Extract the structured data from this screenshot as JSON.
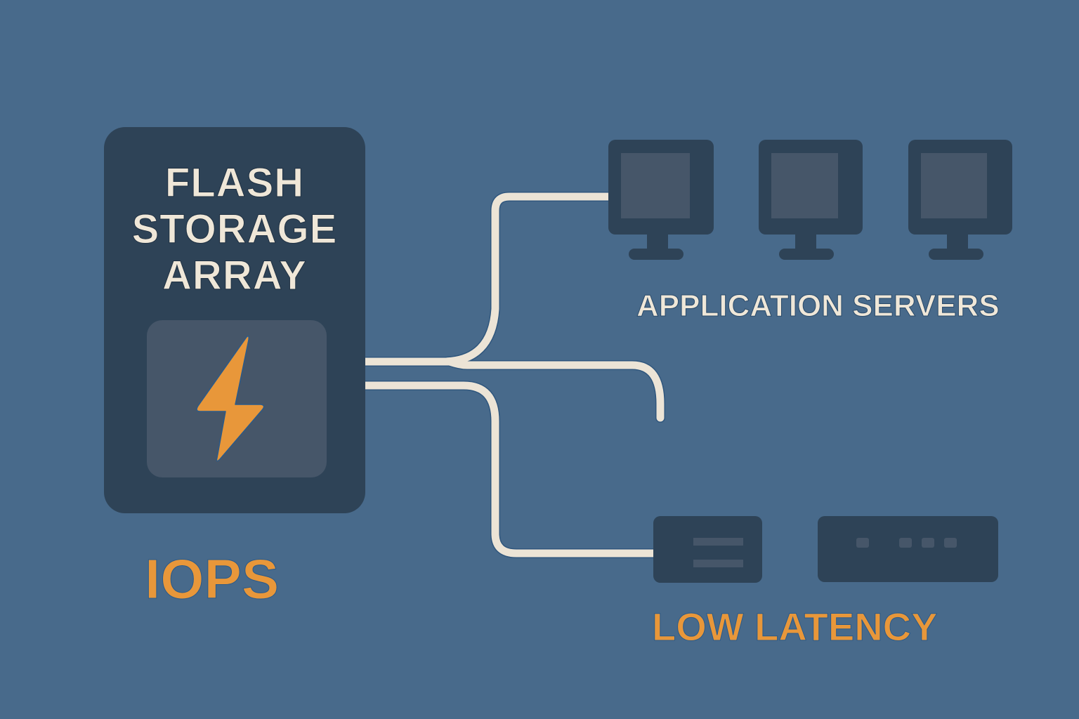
{
  "diagram": {
    "storage_array": {
      "title_lines": [
        "FLASH",
        "STORAGE",
        "ARRAY"
      ],
      "icon": "lightning-bolt-icon"
    },
    "labels": {
      "iops": "IOPS",
      "application_servers": "APPLICATION SERVERS",
      "low_latency": "LOW LATENCY"
    },
    "servers": [
      {
        "icon": "monitor-icon"
      },
      {
        "icon": "monitor-icon"
      },
      {
        "icon": "monitor-icon"
      }
    ],
    "storage_devices": [
      {
        "icon": "drive-icon",
        "indicator": "two-bars"
      },
      {
        "icon": "drive-icon",
        "indicator": "four-leds"
      }
    ],
    "connections": [
      {
        "from": "storage_array",
        "to": "application_servers"
      },
      {
        "from": "storage_array",
        "to": "open-end"
      },
      {
        "from": "storage_array",
        "to": "storage_devices"
      }
    ],
    "colors": {
      "background": "#486a8b",
      "device": "#2e4357",
      "panel": "#465669",
      "cable": "#ece4d6",
      "accent_orange": "#e8973a",
      "text_light": "#efe7d8"
    }
  }
}
